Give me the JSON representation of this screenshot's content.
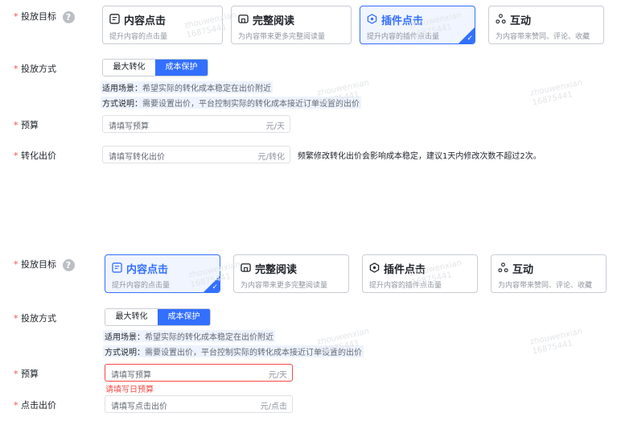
{
  "colors": {
    "accent": "#3370ff",
    "required": "#f54a45",
    "border": "#c9cdd4"
  },
  "watermark": {
    "name": "zhouwenxian",
    "id": "16875441"
  },
  "top": {
    "goal_label": "投放目标",
    "cards": [
      {
        "icon": "content-click-icon",
        "title": "内容点击",
        "desc": "提升内容的点击量",
        "selected": false
      },
      {
        "icon": "full-read-icon",
        "title": "完整阅读",
        "desc": "为内容带来更多完整阅读量",
        "selected": false
      },
      {
        "icon": "plugin-click-icon",
        "title": "插件点击",
        "desc": "提升内容的插件点击量",
        "selected": true
      },
      {
        "icon": "interaction-icon",
        "title": "互动",
        "desc": "为内容带来赞同、评论、收藏",
        "selected": false
      }
    ],
    "method_label": "投放方式",
    "method_options": [
      "最大转化",
      "成本保护"
    ],
    "method_selected": "成本保护",
    "scene_key": "适用场景：",
    "scene_text": "希望实际的转化成本稳定在出价附近",
    "desc_key": "方式说明：",
    "desc_text": "需要设置出价，平台控制实际的转化成本接近订单设置的出价",
    "budget_label": "预算",
    "budget_placeholder": "请填写预算",
    "budget_suffix": "元/天",
    "bid_label": "转化出价",
    "bid_placeholder": "请填写转化出价",
    "bid_suffix": "元/转化",
    "bid_hint": "频繁修改转化出价会影响成本稳定，建议1天内修改次数不超过2次。"
  },
  "bottom": {
    "goal_label": "投放目标",
    "cards": [
      {
        "icon": "content-click-icon",
        "title": "内容点击",
        "desc": "提升内容的点击量",
        "selected": true
      },
      {
        "icon": "full-read-icon",
        "title": "完整阅读",
        "desc": "为内容带来更多完整阅读量",
        "selected": false
      },
      {
        "icon": "plugin-click-icon",
        "title": "插件点击",
        "desc": "提升内容的插件点击量",
        "selected": false
      },
      {
        "icon": "interaction-icon",
        "title": "互动",
        "desc": "为内容带来赞同、评论、收藏",
        "selected": false
      }
    ],
    "method_label": "投放方式",
    "method_options": [
      "最大转化",
      "成本保护"
    ],
    "method_selected": "成本保护",
    "scene_key": "适用场景：",
    "scene_text": "希望实际的转化成本稳定在出价附近",
    "desc_key": "方式说明：",
    "desc_text": "需要设置出价，平台控制实际的转化成本接近订单设置的出价",
    "budget_label": "预算",
    "budget_placeholder": "请填写预算",
    "budget_suffix": "元/天",
    "budget_error": "请填写日预算",
    "bid_label": "点击出价",
    "bid_placeholder": "请填写点击出价",
    "bid_suffix": "元/点击"
  }
}
